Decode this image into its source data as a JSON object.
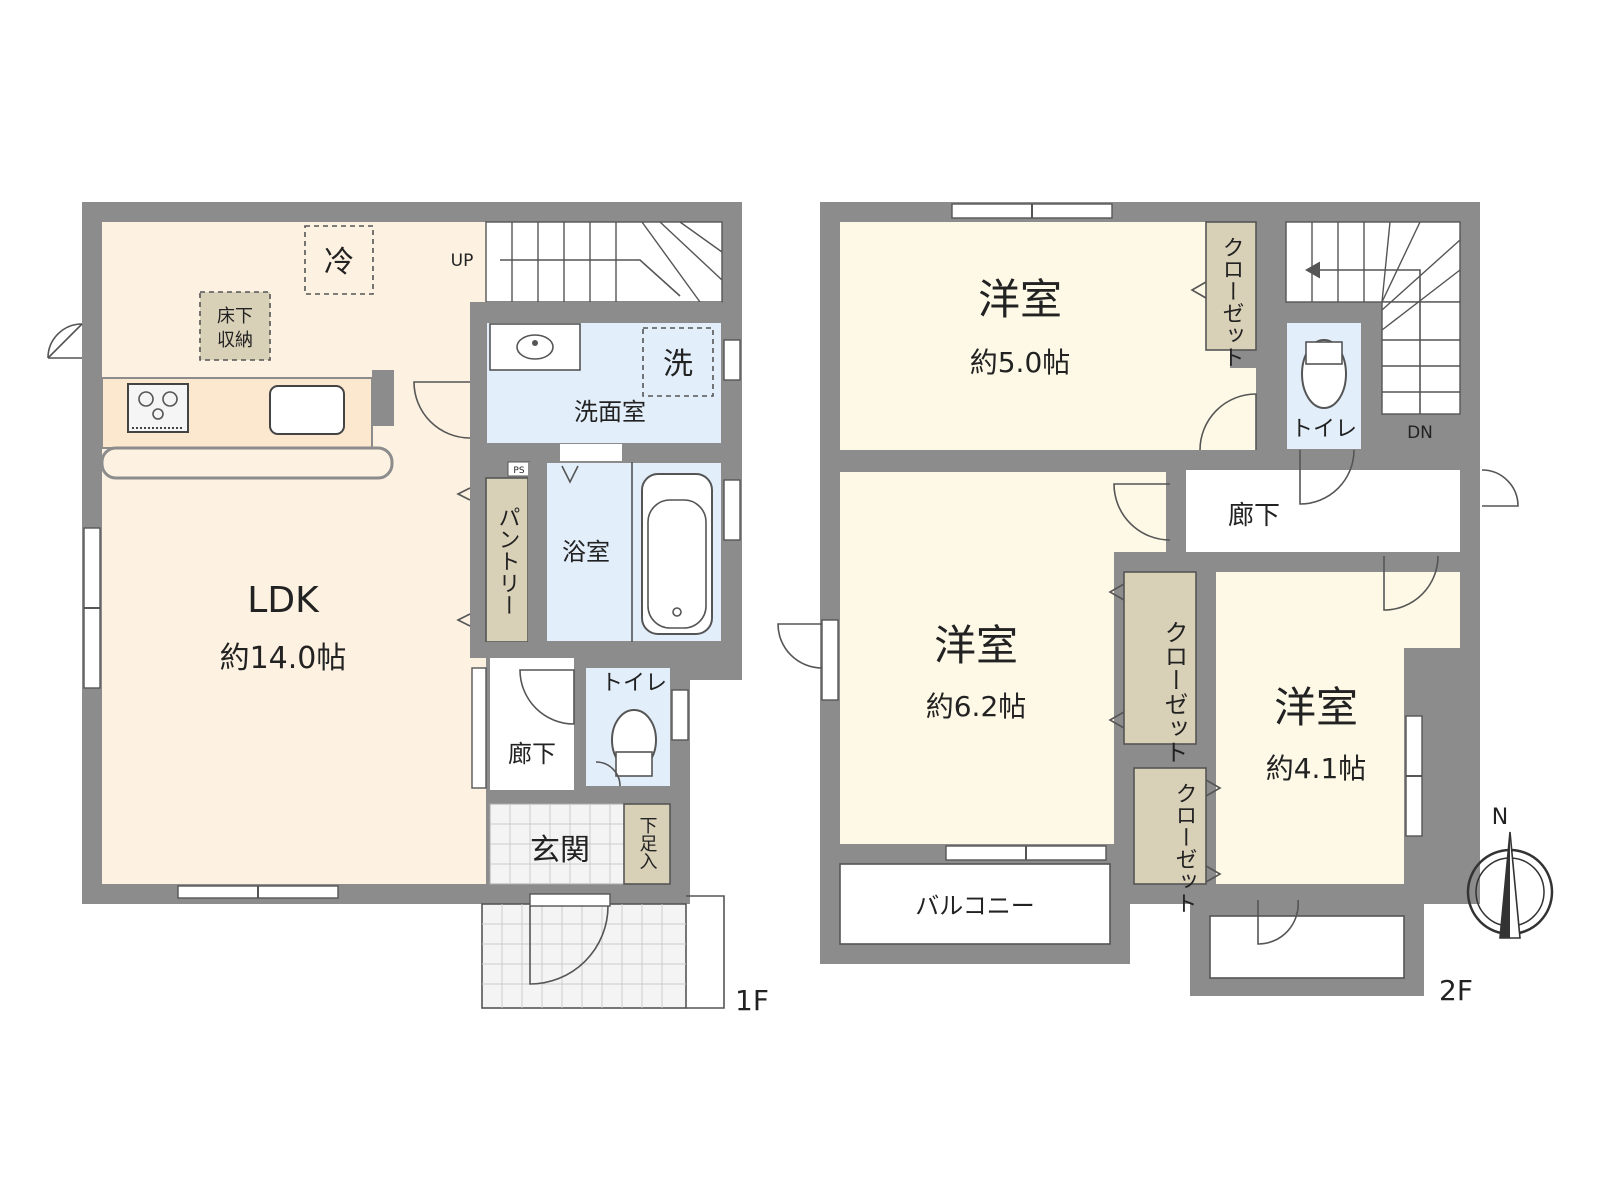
{
  "colors": {
    "wall": "#8c8c8c",
    "ldk_floor": "#fdf1e1",
    "wet_floor": "#e2eefa",
    "bedroom_floor": "#fdf9e6",
    "storage": "#d9d0b8",
    "hall_floor": "#ffffff"
  },
  "floor1": {
    "label": "1F",
    "ldk_name": "LDK",
    "ldk_size": "約14.0帖",
    "fridge": "冷",
    "underfloor_storage_line1": "床下",
    "underfloor_storage_line2": "収納",
    "stairs_up": "UP",
    "washroom": "洗面室",
    "washer": "洗",
    "ps": "PS",
    "pantry": "パントリー",
    "bathroom": "浴室",
    "toilet": "トイレ",
    "hallway": "廊下",
    "entrance": "玄関",
    "shoe_storage": "下足入"
  },
  "floor2": {
    "label": "2F",
    "room_a_name": "洋室",
    "room_a_size": "約5.0帖",
    "closet_a": "クローゼット",
    "stairs_down": "DN",
    "toilet": "トイレ",
    "hallway": "廊下",
    "room_b_name": "洋室",
    "room_b_size": "約6.2帖",
    "closet_b": "クローゼット",
    "room_c_name": "洋室",
    "room_c_size": "約4.1帖",
    "closet_c": "クローゼット",
    "balcony": "バルコニー"
  },
  "compass": {
    "north": "N"
  }
}
